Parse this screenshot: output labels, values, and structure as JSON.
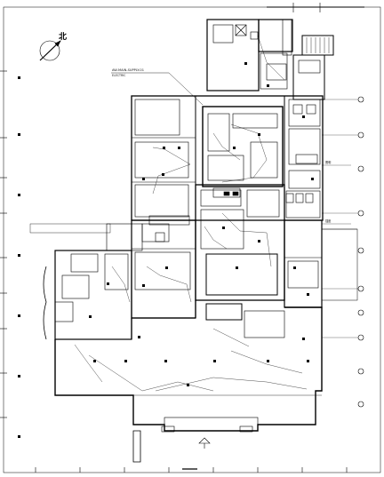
{
  "drawing": {
    "north_label": "北",
    "annotation_top": "AW-MAIN-SUPPLY-01",
    "annotation_top_sub": "ELECTRIC",
    "callout_right_1": "照明",
    "callout_right_2": "插座"
  },
  "colors": {
    "line": "#000000",
    "background": "#ffffff"
  }
}
